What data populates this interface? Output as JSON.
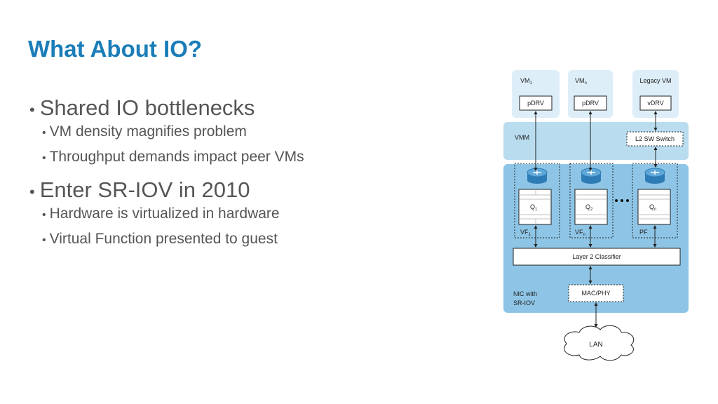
{
  "slide": {
    "title": "What About IO?",
    "bullets": [
      {
        "text": "Shared IO bottlenecks",
        "sub": [
          "VM density magnifies problem",
          "Throughput demands impact peer VMs"
        ]
      },
      {
        "text": "Enter SR-IOV in 2010",
        "sub": [
          "Hardware is virtualized in hardware",
          "Virtual Function presented to guest"
        ]
      }
    ],
    "bullet_glyph": "•"
  },
  "diagram": {
    "vms": [
      {
        "name": "VM",
        "sub": "1",
        "driver": "pDRV"
      },
      {
        "name": "VM",
        "sub": "n",
        "driver": "pDRV"
      },
      {
        "name": "Legacy VM",
        "sub": "",
        "driver": "vDRV"
      }
    ],
    "vmm_label": "VMM",
    "switch_label": "L2  SW Switch",
    "functions": [
      {
        "queue": "Q",
        "queue_sub": "1",
        "label": "VF",
        "label_sub": "1"
      },
      {
        "queue": "Q",
        "queue_sub": "2",
        "label": "VF",
        "label_sub": "n"
      },
      {
        "queue": "Q",
        "queue_sub": "n",
        "label": "PF",
        "label_sub": ""
      }
    ],
    "classifier_label": "Layer 2 Classifier",
    "mac_label": "MAC/PHY",
    "nic_label_line1": "NIC with",
    "nic_label_line2": "SR-IOV",
    "lan_label": "LAN",
    "colors": {
      "vm_box": "#ddeef8",
      "vmm_band": "#b9dcef",
      "nic_band": "#8ec5e6",
      "router_icon": "#2e7cb5",
      "title": "#1a7db8"
    }
  }
}
